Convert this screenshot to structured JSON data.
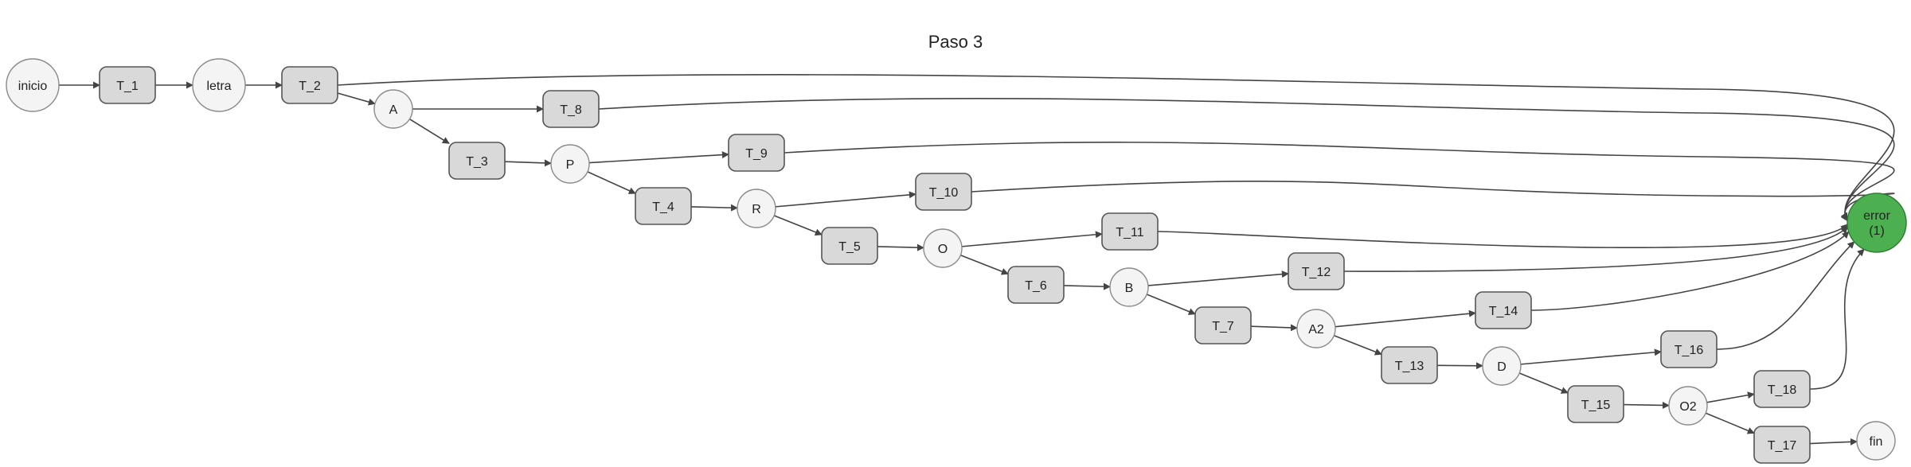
{
  "diagram": {
    "title": "Paso 3",
    "colors": {
      "state_fill": "#f4f4f4",
      "state_stroke": "#8a8a8a",
      "transition_fill": "#d9d9d9",
      "transition_stroke": "#555555",
      "error_fill": "#4caf50",
      "error_stroke": "#2e7d32",
      "edge": "#444444"
    },
    "nodes": [
      {
        "id": "inicio",
        "label": "inicio",
        "kind": "state"
      },
      {
        "id": "T_1",
        "label": "T_1",
        "kind": "transition"
      },
      {
        "id": "letra",
        "label": "letra",
        "kind": "state"
      },
      {
        "id": "T_2",
        "label": "T_2",
        "kind": "transition"
      },
      {
        "id": "A",
        "label": "A",
        "kind": "state"
      },
      {
        "id": "T_8",
        "label": "T_8",
        "kind": "transition"
      },
      {
        "id": "T_3",
        "label": "T_3",
        "kind": "transition"
      },
      {
        "id": "P",
        "label": "P",
        "kind": "state"
      },
      {
        "id": "T_9",
        "label": "T_9",
        "kind": "transition"
      },
      {
        "id": "T_4",
        "label": "T_4",
        "kind": "transition"
      },
      {
        "id": "R",
        "label": "R",
        "kind": "state"
      },
      {
        "id": "T_10",
        "label": "T_10",
        "kind": "transition"
      },
      {
        "id": "T_5",
        "label": "T_5",
        "kind": "transition"
      },
      {
        "id": "O",
        "label": "O",
        "kind": "state"
      },
      {
        "id": "T_11",
        "label": "T_11",
        "kind": "transition"
      },
      {
        "id": "T_6",
        "label": "T_6",
        "kind": "transition"
      },
      {
        "id": "B",
        "label": "B",
        "kind": "state"
      },
      {
        "id": "T_12",
        "label": "T_12",
        "kind": "transition"
      },
      {
        "id": "T_7",
        "label": "T_7",
        "kind": "transition"
      },
      {
        "id": "A2",
        "label": "A2",
        "kind": "state"
      },
      {
        "id": "T_14",
        "label": "T_14",
        "kind": "transition"
      },
      {
        "id": "T_13",
        "label": "T_13",
        "kind": "transition"
      },
      {
        "id": "D",
        "label": "D",
        "kind": "state"
      },
      {
        "id": "T_16",
        "label": "T_16",
        "kind": "transition"
      },
      {
        "id": "T_15",
        "label": "T_15",
        "kind": "transition"
      },
      {
        "id": "O2",
        "label": "O2",
        "kind": "state"
      },
      {
        "id": "T_18",
        "label": "T_18",
        "kind": "transition"
      },
      {
        "id": "T_17",
        "label": "T_17",
        "kind": "transition"
      },
      {
        "id": "fin",
        "label": "fin",
        "kind": "state"
      },
      {
        "id": "error",
        "label": "error",
        "sublabel": "(1)",
        "kind": "error"
      }
    ],
    "edges": [
      [
        "inicio",
        "T_1"
      ],
      [
        "T_1",
        "letra"
      ],
      [
        "letra",
        "T_2"
      ],
      [
        "T_2",
        "error"
      ],
      [
        "T_2",
        "A"
      ],
      [
        "A",
        "T_8"
      ],
      [
        "A",
        "T_3"
      ],
      [
        "T_8",
        "error"
      ],
      [
        "T_3",
        "P"
      ],
      [
        "P",
        "T_9"
      ],
      [
        "P",
        "T_4"
      ],
      [
        "T_9",
        "error"
      ],
      [
        "T_4",
        "R"
      ],
      [
        "R",
        "T_10"
      ],
      [
        "R",
        "T_5"
      ],
      [
        "T_10",
        "error"
      ],
      [
        "T_5",
        "O"
      ],
      [
        "O",
        "T_11"
      ],
      [
        "O",
        "T_6"
      ],
      [
        "T_11",
        "error"
      ],
      [
        "T_6",
        "B"
      ],
      [
        "B",
        "T_12"
      ],
      [
        "B",
        "T_7"
      ],
      [
        "T_12",
        "error"
      ],
      [
        "T_7",
        "A2"
      ],
      [
        "A2",
        "T_14"
      ],
      [
        "A2",
        "T_13"
      ],
      [
        "T_14",
        "error"
      ],
      [
        "T_13",
        "D"
      ],
      [
        "D",
        "T_16"
      ],
      [
        "D",
        "T_15"
      ],
      [
        "T_16",
        "error"
      ],
      [
        "T_15",
        "O2"
      ],
      [
        "O2",
        "T_18"
      ],
      [
        "O2",
        "T_17"
      ],
      [
        "T_18",
        "error"
      ],
      [
        "T_17",
        "fin"
      ]
    ]
  }
}
